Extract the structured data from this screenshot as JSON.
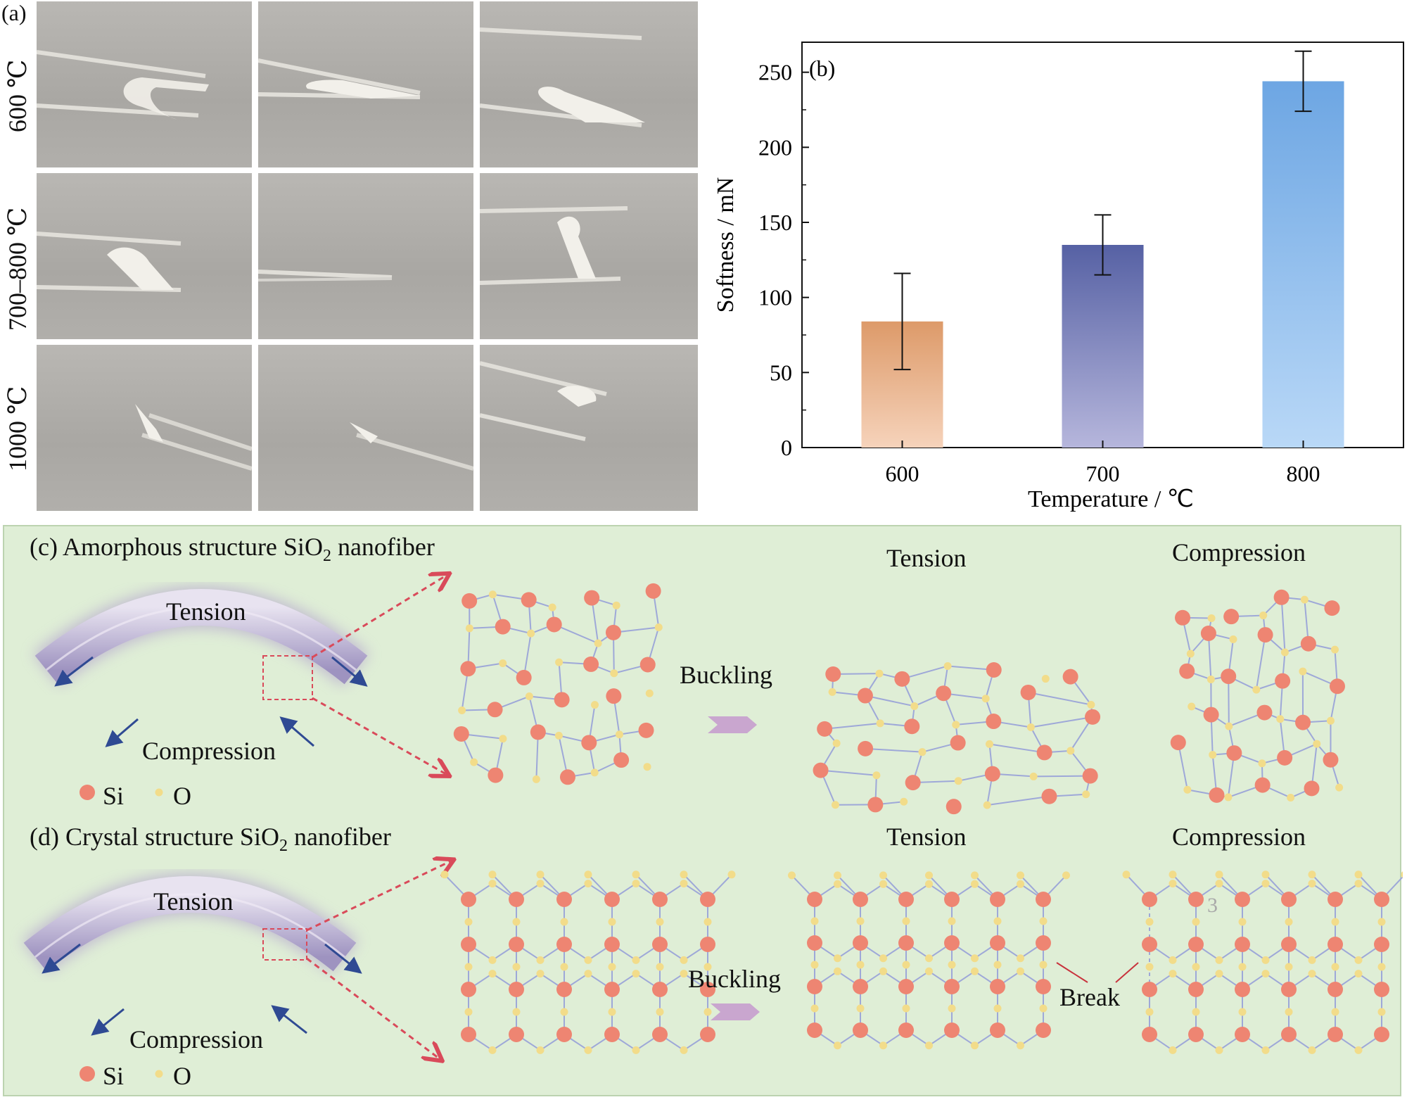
{
  "panel_a": {
    "label": "(a)",
    "rows": [
      {
        "label": "600 ℃"
      },
      {
        "label": "700–800 ℃"
      },
      {
        "label": "1000 ℃"
      }
    ]
  },
  "panel_b": {
    "label": "(b)"
  },
  "chart_data": {
    "type": "bar",
    "categories": [
      "600",
      "700",
      "800"
    ],
    "values": [
      84,
      135,
      244
    ],
    "error": [
      32,
      20,
      20
    ],
    "xlabel": "Temperature / ℃",
    "ylabel": "Softness / mN",
    "ylim": [
      0,
      270
    ],
    "yticks": [
      0,
      50,
      100,
      150,
      200,
      250
    ],
    "bar_colors": [
      {
        "top": "#dd9a69",
        "bottom": "#f6d3bb"
      },
      {
        "top": "#5661a4",
        "bottom": "#b6b6dc"
      },
      {
        "top": "#6da6e3",
        "bottom": "#b9d8f7"
      }
    ],
    "grid": false
  },
  "panel_c": {
    "title": "(c) Amorphous structure SiO",
    "title_sub": "2",
    "title_tail": " nanofiber",
    "fiber_tension": "Tension",
    "fiber_compression": "Compression",
    "arrow_label": "Buckling",
    "tension_title": "Tension",
    "compression_title": "Compression",
    "legend_si": "Si",
    "legend_o": "O"
  },
  "panel_d": {
    "title": "(d) Crystal structure SiO",
    "title_sub": "2",
    "title_tail": " nanofiber",
    "fiber_tension": "Tension",
    "fiber_compression": "Compression",
    "arrow_label": "Buckling",
    "tension_title": "Tension",
    "compression_title": "Compression",
    "break_label": "Break",
    "defect_mark": "3",
    "legend_si": "Si",
    "legend_o": "O"
  },
  "colors": {
    "si": "#ee8572",
    "o": "#f2dc8a",
    "bond": "#9ea8d8",
    "panel_bg": "#dfeed6",
    "fiber": "#b5aed0",
    "red_dash": "#d94a5a",
    "blue_arrow": "#2f4a93",
    "buckle_arrow": "#c9a6cf"
  }
}
